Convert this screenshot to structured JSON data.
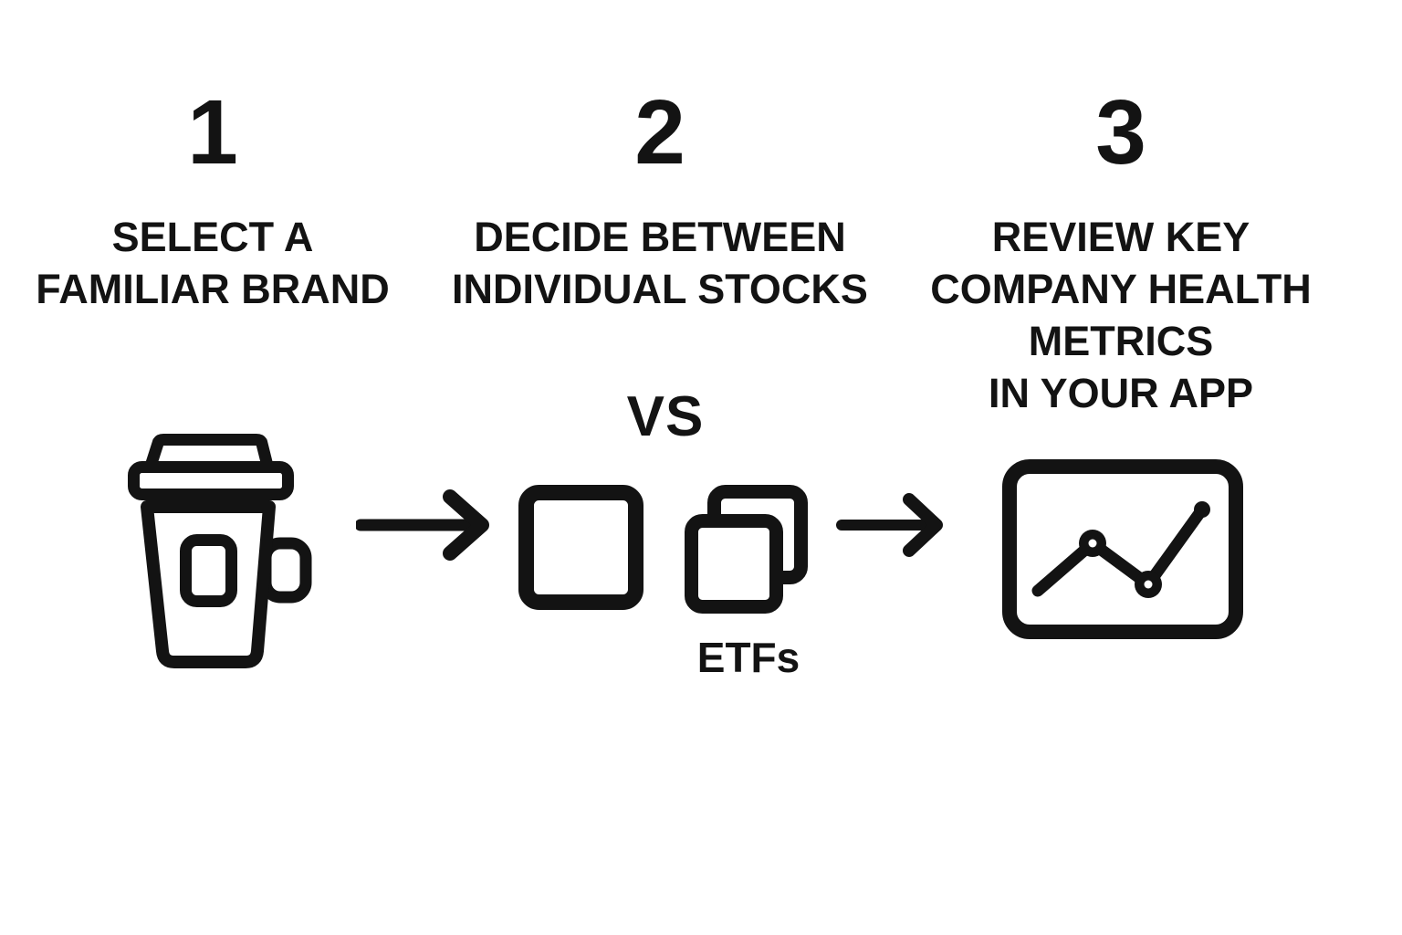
{
  "background_color": "#ffffff",
  "ink_color": "#131313",
  "steps": [
    {
      "number": "1",
      "label_lines": [
        "SELECT A",
        "FAMILIAR BRAND"
      ],
      "icon": "coffee-cup-icon"
    },
    {
      "number": "2",
      "label_lines": [
        "DECIDE BETWEEN",
        "INDIVIDUAL STOCKS"
      ],
      "vs_label": "VS",
      "etf_label": "ETFs",
      "icon_left": "single-stock-square-icon",
      "icon_right": "etf-stacked-squares-icon"
    },
    {
      "number": "3",
      "label_lines": [
        "REVIEW KEY",
        "COMPANY HEALTH",
        "METRICS",
        "IN YOUR APP"
      ],
      "icon": "line-chart-panel-icon"
    }
  ],
  "connectors": [
    {
      "type": "arrow-right"
    },
    {
      "type": "arrow-right"
    }
  ]
}
